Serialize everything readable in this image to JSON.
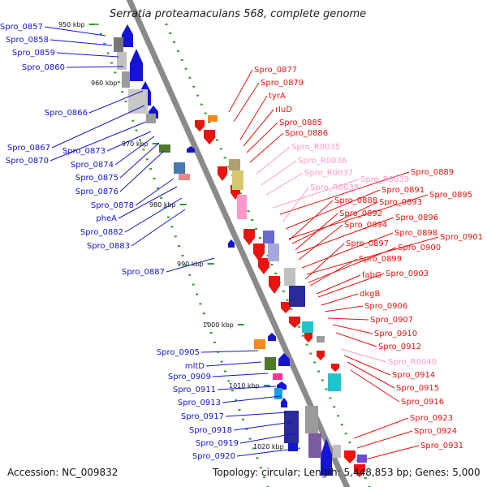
{
  "title": "Serratia proteamaculans 568, complete genome",
  "accession": "Accession: NC_009832",
  "summary": "Topology: circular; Length: 5,448,853 bp; Genes: 5,000",
  "colors": {
    "forward": "#e8140f",
    "reverse": "#1414d2",
    "rna": "#ff99cc",
    "backbone": "#888888",
    "ticks": "#2a9d2a"
  },
  "kbp_ticks": [
    "950 kbp",
    "960 kbp",
    "970 kbp",
    "980 kbp",
    "990 kbp",
    "1000 kbp",
    "1010 kbp",
    "1020 kbp"
  ],
  "left_labels": [
    "Spro_0857",
    "Spro_0858",
    "Spro_0859",
    "Spro_0860",
    "Spro_0866",
    "Spro_0867",
    "Spro_0870",
    "Spro_0873",
    "Spro_0874",
    "Spro_0875",
    "Spro_0876",
    "Spro_0878",
    "pheA",
    "Spro_0882",
    "Spro_0883",
    "Spro_0887",
    "Spro_0905",
    "mltD",
    "Spro_0909",
    "Spro_0911",
    "Spro_0913",
    "Spro_0917",
    "Spro_0918",
    "Spro_0919",
    "Spro_0920"
  ],
  "right_labels": [
    {
      "text": "Spro_0877",
      "kind": "forward"
    },
    {
      "text": "Spro_0879",
      "kind": "forward"
    },
    {
      "text": "tyrA",
      "kind": "forward"
    },
    {
      "text": "rluD",
      "kind": "forward"
    },
    {
      "text": "Spro_0885",
      "kind": "forward"
    },
    {
      "text": "Spro_0886",
      "kind": "forward"
    },
    {
      "text": "Spro_R0035",
      "kind": "rna"
    },
    {
      "text": "Spro_R0036",
      "kind": "rna"
    },
    {
      "text": "Spro_R0037",
      "kind": "rna"
    },
    {
      "text": "Spro_R0039",
      "kind": "rna"
    },
    {
      "text": "Spro_0889",
      "kind": "forward"
    },
    {
      "text": "Spro_R0038",
      "kind": "rna"
    },
    {
      "text": "Spro_0891",
      "kind": "forward"
    },
    {
      "text": "Spro_0895",
      "kind": "forward"
    },
    {
      "text": "Spro_0888",
      "kind": "forward"
    },
    {
      "text": "Spro_0893",
      "kind": "forward"
    },
    {
      "text": "Spro_0892",
      "kind": "forward"
    },
    {
      "text": "Spro_0896",
      "kind": "forward"
    },
    {
      "text": "Spro_0894",
      "kind": "forward"
    },
    {
      "text": "Spro_0898",
      "kind": "forward"
    },
    {
      "text": "Spro_0901",
      "kind": "forward"
    },
    {
      "text": "Spro_0897",
      "kind": "forward"
    },
    {
      "text": "Spro_0900",
      "kind": "forward"
    },
    {
      "text": "Spro_0899",
      "kind": "forward"
    },
    {
      "text": "fabG",
      "kind": "forward"
    },
    {
      "text": "Spro_0903",
      "kind": "forward"
    },
    {
      "text": "dkgB",
      "kind": "forward"
    },
    {
      "text": "Spro_0906",
      "kind": "forward"
    },
    {
      "text": "Spro_0907",
      "kind": "forward"
    },
    {
      "text": "Spro_0910",
      "kind": "forward"
    },
    {
      "text": "Spro_0912",
      "kind": "forward"
    },
    {
      "text": "Spro_R0040",
      "kind": "rna"
    },
    {
      "text": "Spro_0914",
      "kind": "forward"
    },
    {
      "text": "Spro_0915",
      "kind": "forward"
    },
    {
      "text": "Spro_0916",
      "kind": "forward"
    },
    {
      "text": "Spro_0923",
      "kind": "forward"
    },
    {
      "text": "Spro_0924",
      "kind": "forward"
    },
    {
      "text": "Spro_0931",
      "kind": "forward"
    }
  ]
}
